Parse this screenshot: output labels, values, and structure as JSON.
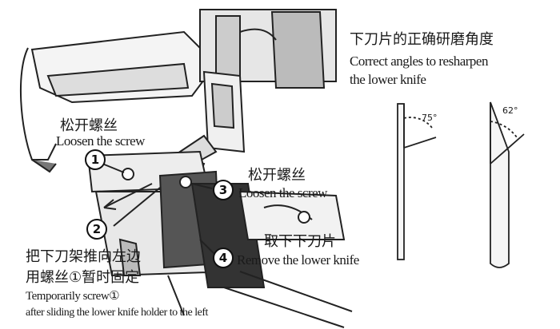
{
  "title_zh": "下刀片的正确研磨角度",
  "title_en": "Correct angles to resharpen the lower knife",
  "title_en_line1": "Correct angles to resharpen",
  "title_en_line2": "the lower knife",
  "steps": [
    {
      "number": "1",
      "zh": "松开螺丝",
      "en": "Loosen the screw"
    },
    {
      "number": "2",
      "zh_line1": "把下刀架推向左边",
      "zh_line2": "用螺丝①暂时固定",
      "en_line1": "Temporarily screw①",
      "en_line2": "after sliding the lower knife holder to the left"
    },
    {
      "number": "3",
      "zh": "松开螺丝",
      "en": "Loosen the screw"
    },
    {
      "number": "4",
      "zh": "取下下刀片",
      "en": "Remove the lower knife"
    }
  ],
  "angles": [
    {
      "label": "75°",
      "value": 75
    },
    {
      "label": "62°",
      "value": 62
    }
  ],
  "icons": {
    "machine": "sewing-machine-illustration",
    "knife_a": "knife-75-degree-diagram",
    "knife_b": "knife-62-degree-diagram"
  }
}
